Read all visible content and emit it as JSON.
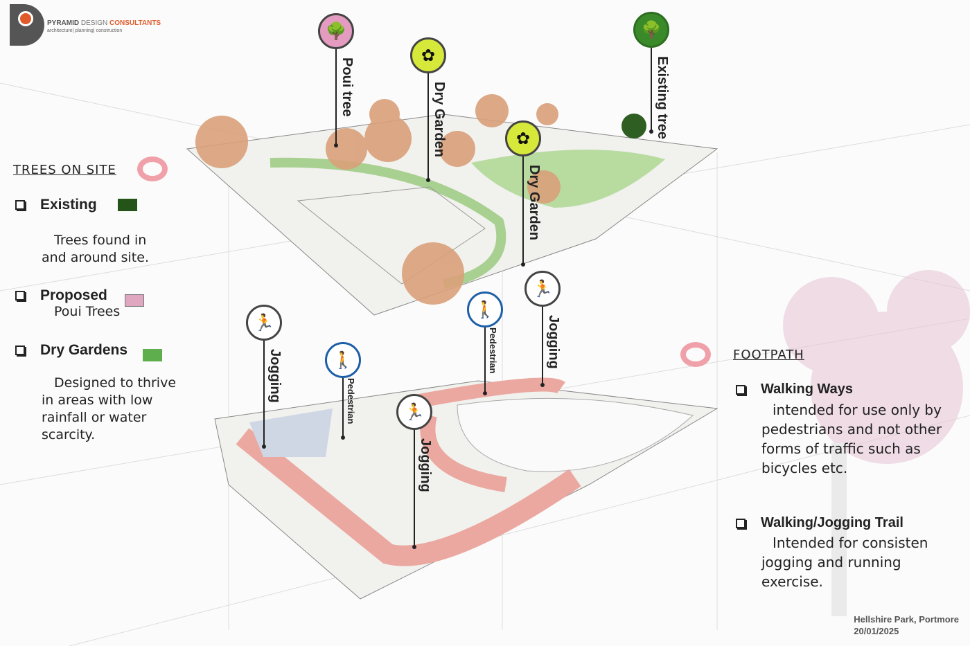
{
  "logo": {
    "name_1": "PYRAMID",
    "name_2": "DESIGN",
    "name_3": "CONSULTANTS",
    "tagline": "architecture| planning| construction"
  },
  "legend_trees": {
    "heading": "TREES ON SITE",
    "items": [
      {
        "label": "Existing",
        "desc": "Trees found in and around site.",
        "color": "#245418"
      },
      {
        "label": "Proposed",
        "desc": "Poui Trees",
        "color": "#e0a8c0"
      },
      {
        "label": "Dry Gardens",
        "desc": "Designed to thrive in areas with low rainfall or water scarcity.",
        "color": "#5fae4e"
      }
    ]
  },
  "legend_footpath": {
    "heading": "FOOTPATH",
    "items": [
      {
        "label": "Walking Ways",
        "desc": "intended for use only by pedestrians and not other forms of traffic such as bicycles etc."
      },
      {
        "label": "Walking/Jogging Trail",
        "desc": "Intended for consisten jogging and running exercise."
      }
    ]
  },
  "markers": [
    {
      "label": "Poui tree",
      "icon": "tree-icon",
      "color": "#e39bc0"
    },
    {
      "label": "Dry Garden",
      "icon": "dry-garden-icon",
      "color": "#d6e83a"
    },
    {
      "label": "Existing tree",
      "icon": "tree-icon",
      "color": "#3a8a2a"
    },
    {
      "label": "Dry Garden",
      "icon": "dry-garden-icon",
      "color": "#d6e83a"
    },
    {
      "label": "Jogging",
      "icon": "runner-icon",
      "color": "#ffffff"
    },
    {
      "label": "Pedestrian",
      "icon": "pedestrian-icon",
      "color": "#ffffff"
    },
    {
      "label": "Jogging",
      "icon": "runner-icon",
      "color": "#ffffff"
    },
    {
      "label": "Pedestrian",
      "icon": "pedestrian-icon",
      "color": "#ffffff"
    },
    {
      "label": "Jogging",
      "icon": "runner-icon",
      "color": "#ffffff"
    }
  ],
  "footer": {
    "location": "Hellshire Park, Portmore",
    "date": "20/01/2025"
  }
}
